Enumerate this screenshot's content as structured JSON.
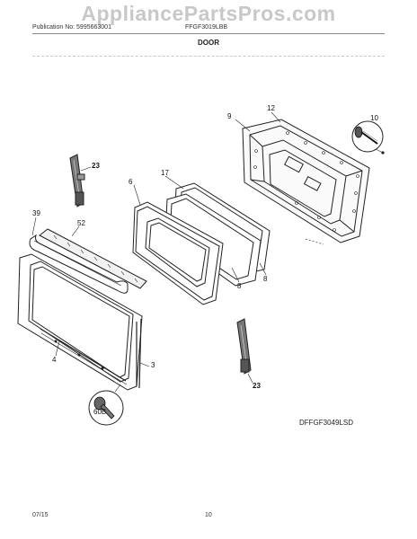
{
  "watermark": "AppliancePartsPros.com",
  "header": {
    "publication": "Publication No: 5995663001",
    "model": "FFGF3019LBB"
  },
  "section_title": "DOOR",
  "diagram_code": "DFFGF3049LSD",
  "callouts": {
    "c9": "9",
    "c12": "12",
    "c10": "10",
    "c17": "17",
    "c6": "6",
    "c23_top": "23",
    "c39": "39",
    "c52": "52",
    "c8_left": "8",
    "c8_right": "8",
    "c4": "4",
    "c3": "3",
    "c23_bottom": "23",
    "c60b": "60B"
  },
  "footer": {
    "date": "07/15",
    "page": "10"
  }
}
